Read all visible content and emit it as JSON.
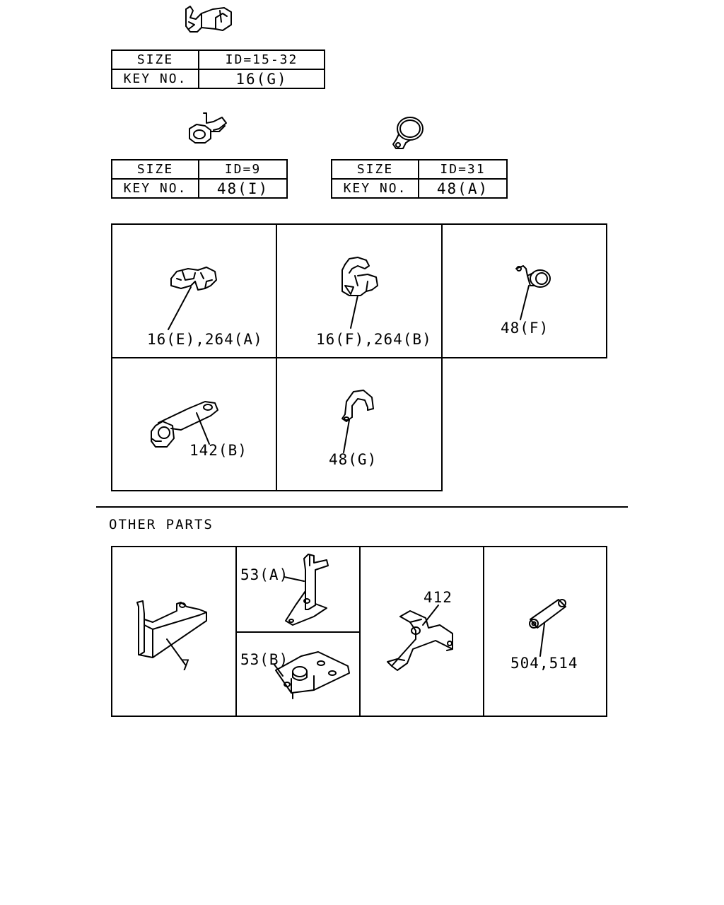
{
  "spec_tables": [
    {
      "size_label": "SIZE",
      "size_value": "ID=15-32",
      "key_label": "KEY NO.",
      "key_value": "16(G)"
    },
    {
      "size_label": "SIZE",
      "size_value": "ID=9",
      "key_label": "KEY NO.",
      "key_value": "48(I)"
    },
    {
      "size_label": "SIZE",
      "size_value": "ID=31",
      "key_label": "KEY NO.",
      "key_value": "48(A)"
    }
  ],
  "clip_grid": {
    "cells": [
      {
        "label": "16(E),264(A)"
      },
      {
        "label": "16(F),264(B)"
      },
      {
        "label": "48(F)"
      },
      {
        "label": "142(B)"
      },
      {
        "label": "48(G)"
      }
    ]
  },
  "other_parts": {
    "heading": "OTHER PARTS",
    "labels": [
      "7",
      "53(A)",
      "53(B)",
      "412",
      "504,514"
    ]
  }
}
